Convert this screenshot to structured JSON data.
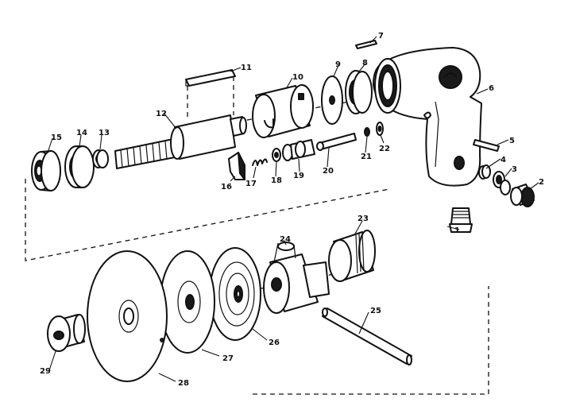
{
  "diagram": {
    "parts": [
      {
        "id": "p1",
        "number": "1"
      },
      {
        "id": "p2",
        "number": "2"
      },
      {
        "id": "p3",
        "number": "3"
      },
      {
        "id": "p4",
        "number": "4"
      },
      {
        "id": "p5",
        "number": "5"
      },
      {
        "id": "p6",
        "number": "6"
      },
      {
        "id": "p7",
        "number": "7"
      },
      {
        "id": "p8",
        "number": "8"
      },
      {
        "id": "p9",
        "number": "9"
      },
      {
        "id": "p10",
        "number": "10"
      },
      {
        "id": "p11",
        "number": "11"
      },
      {
        "id": "p12",
        "number": "12"
      },
      {
        "id": "p13",
        "number": "13"
      },
      {
        "id": "p14",
        "number": "14"
      },
      {
        "id": "p15",
        "number": "15"
      },
      {
        "id": "p16",
        "number": "16"
      },
      {
        "id": "p17",
        "number": "17"
      },
      {
        "id": "p18",
        "number": "18"
      },
      {
        "id": "p19",
        "number": "19"
      },
      {
        "id": "p20",
        "number": "20"
      },
      {
        "id": "p21",
        "number": "21"
      },
      {
        "id": "p22",
        "number": "22"
      },
      {
        "id": "p23",
        "number": "23"
      },
      {
        "id": "p24",
        "number": "24"
      },
      {
        "id": "p25",
        "number": "25"
      },
      {
        "id": "p26",
        "number": "26"
      },
      {
        "id": "p27",
        "number": "27"
      },
      {
        "id": "p28",
        "number": "28"
      },
      {
        "id": "p29",
        "number": "29"
      }
    ]
  }
}
